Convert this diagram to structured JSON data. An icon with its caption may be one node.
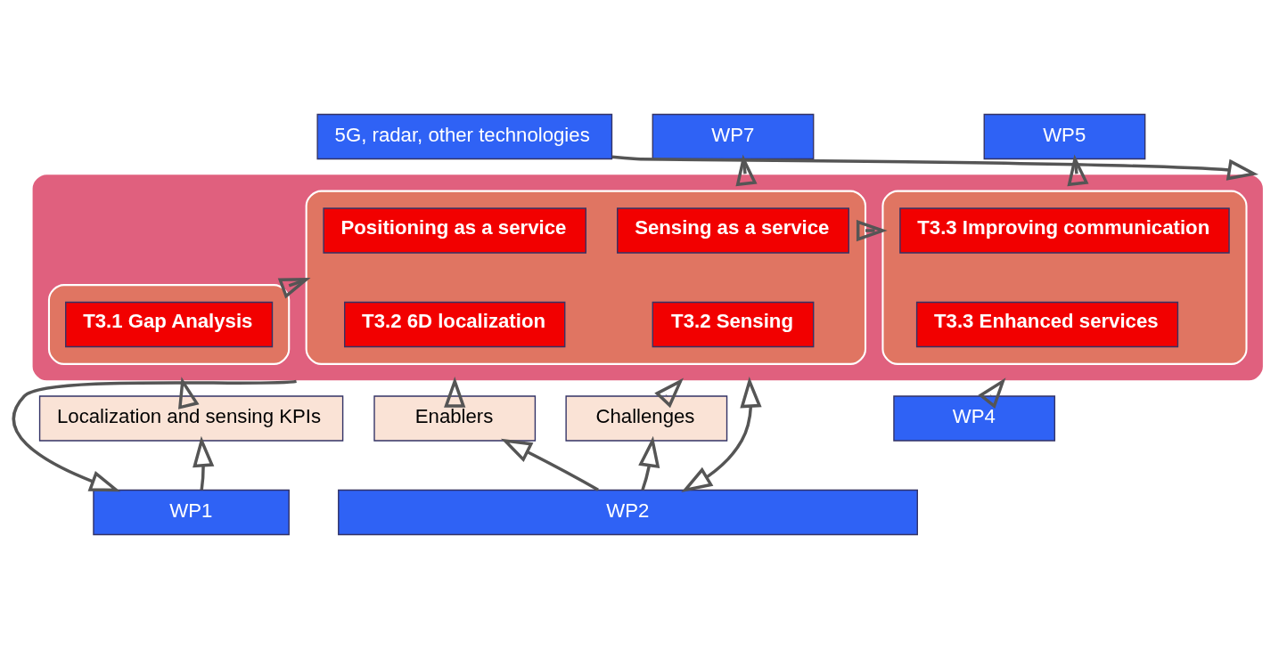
{
  "diagram": {
    "nodes": [
      {
        "text": [
          "5G, radar, other technologies"
        ]
      },
      {
        "text": [
          "WP7"
        ]
      },
      {
        "text": [
          "WP5"
        ]
      },
      {
        "text": [],
        "shape": "box"
      },
      {
        "text": [],
        "shape": "box",
        "in": 3
      },
      {
        "text": [
          "T3.1 Gap Analysis"
        ],
        "in": 4
      },
      {
        "text": [],
        "shape": "box",
        "in": 3
      },
      {
        "text": [
          "Positioning as a service"
        ],
        "in": 6
      },
      {
        "text": [
          "Sensing as a service"
        ],
        "in": 6
      },
      {
        "text": [
          "T3.2 6D localization"
        ],
        "in": 6
      },
      {
        "text": [
          "T3.2 Sensing"
        ],
        "in": 6
      },
      {
        "text": [],
        "shape": "box",
        "in": 3
      },
      {
        "text": [
          "T3.3 Improving communication"
        ],
        "in": 11
      },
      {
        "text": [
          "T3.3 Enhanced services"
        ],
        "in": 11
      },
      {
        "text": [
          "Localization and sensing KPIs"
        ]
      },
      {
        "text": [
          "Enablers"
        ]
      },
      {
        "text": [
          "Challenges"
        ]
      },
      {
        "text": [
          "WP4"
        ]
      },
      {
        "text": [
          "WP1"
        ]
      },
      {
        "text": [
          "WP2"
        ]
      }
    ],
    "edges": [
      {
        "from": 0,
        "to": 3,
        "arrow": "to"
      },
      {
        "from": 3,
        "to": 1,
        "arrow": "to"
      },
      {
        "from": 3,
        "to": 2,
        "arrow": "to"
      },
      {
        "from": 4,
        "to": 6,
        "arrow": "to"
      },
      {
        "from": 6,
        "to": 11,
        "arrow": "to"
      },
      {
        "from": 14,
        "to": 3,
        "arrow": "to"
      },
      {
        "from": 18,
        "to": 14,
        "arrow": "to"
      },
      {
        "from": 3,
        "to": 18,
        "arrow": "to"
      },
      {
        "from": 15,
        "to": 3,
        "arrow": "to"
      },
      {
        "from": 19,
        "to": 15,
        "arrow": "to"
      },
      {
        "from": 16,
        "to": 3,
        "arrow": "to"
      },
      {
        "from": 19,
        "to": 16,
        "arrow": "to"
      },
      {
        "from": 19,
        "to": 3,
        "arrow": "both"
      },
      {
        "from": 17,
        "to": 3,
        "arrow": "to"
      }
    ]
  }
}
